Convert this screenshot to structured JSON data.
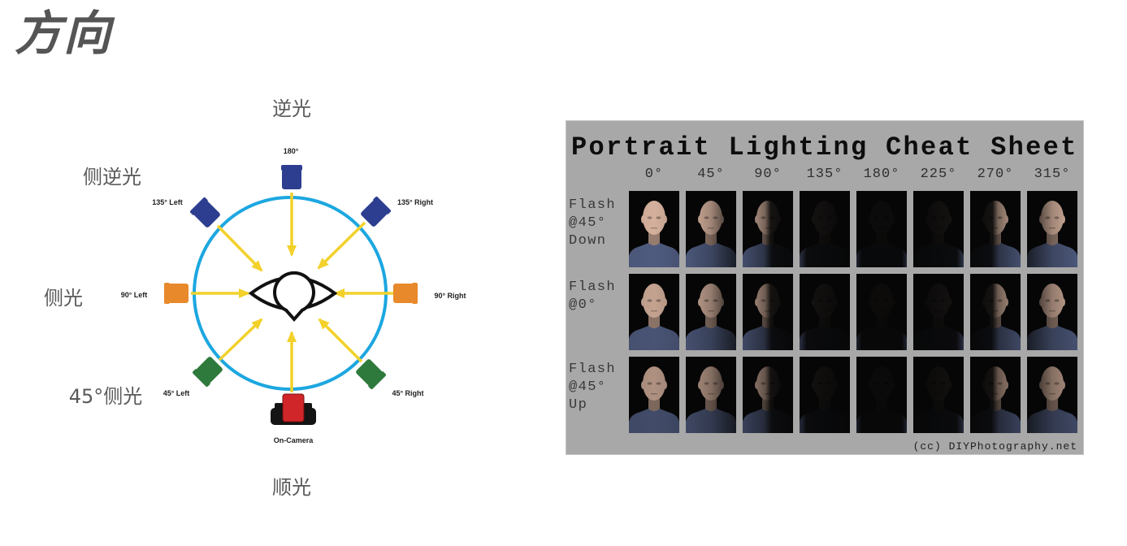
{
  "slide_title": "方向",
  "diagram": {
    "direction_labels": {
      "back": "逆光",
      "side_back": "侧逆光",
      "side": "侧光",
      "side_front": "45°侧光",
      "front": "顺光"
    },
    "circle_color": "#1ca7e0",
    "arrow_color": "#f3d12b",
    "eye_icon": "eye-icon",
    "lights": [
      {
        "label": "180°",
        "color": "#2d3e90",
        "icon": "light-icon"
      },
      {
        "label": "135° Left",
        "color": "#2d3e90",
        "icon": "light-icon"
      },
      {
        "label": "135° Right",
        "color": "#2d3e90",
        "icon": "light-icon"
      },
      {
        "label": "90° Left",
        "color": "#e8892b",
        "icon": "light-icon"
      },
      {
        "label": "90° Right",
        "color": "#e8892b",
        "icon": "light-icon"
      },
      {
        "label": "45° Left",
        "color": "#2e7a3c",
        "icon": "light-icon"
      },
      {
        "label": "45° Right",
        "color": "#2e7a3c",
        "icon": "light-icon"
      },
      {
        "label": "On-Camera",
        "color": "#d0262a",
        "icon": "camera-icon"
      }
    ]
  },
  "cheat_sheet": {
    "title": "Portrait Lighting Cheat Sheet",
    "angles": [
      "0°",
      "45°",
      "90°",
      "135°",
      "180°",
      "225°",
      "270°",
      "315°"
    ],
    "rows": [
      {
        "lines": [
          "Flash",
          "@45°",
          "Down"
        ]
      },
      {
        "lines": [
          "Flash",
          "@0°"
        ]
      },
      {
        "lines": [
          "Flash",
          "@45°",
          "Up"
        ]
      }
    ],
    "credit": "(cc) DIYPhotography.net"
  }
}
